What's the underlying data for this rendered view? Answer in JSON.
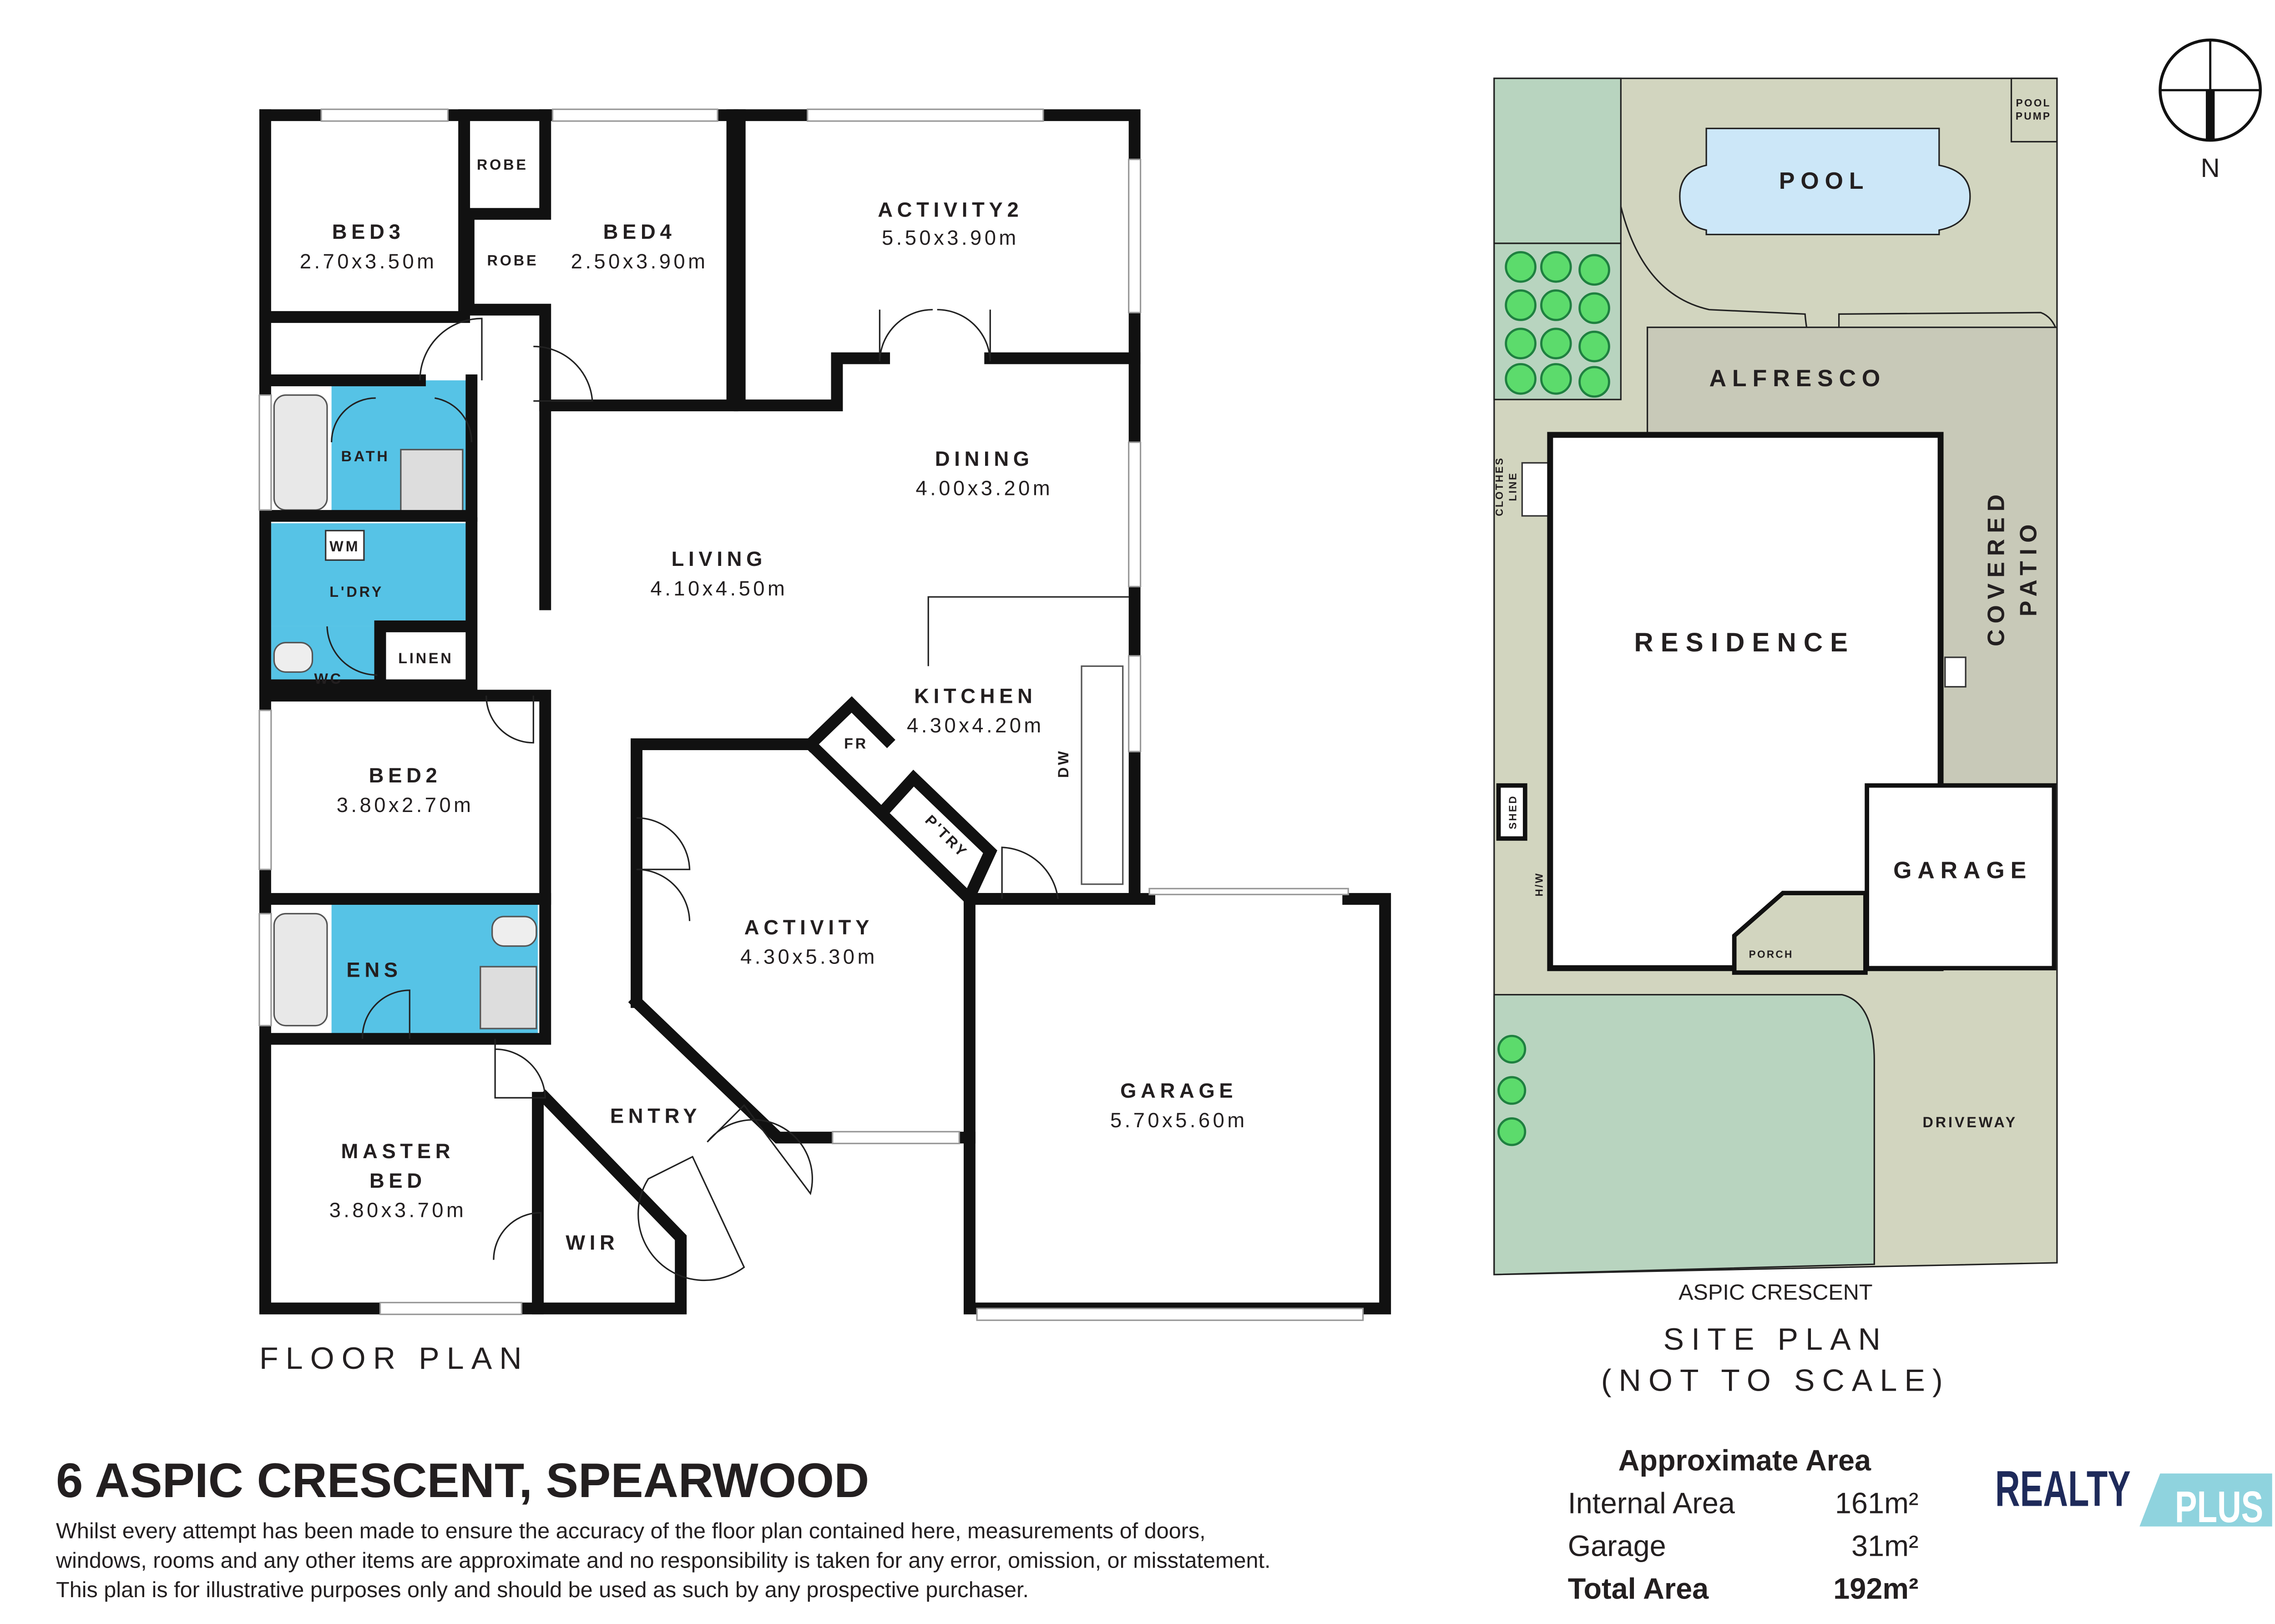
{
  "floor_plan": {
    "title": "FLOOR PLAN",
    "rooms": {
      "bed3": {
        "label": "BED3",
        "dims": "2.70x3.50m"
      },
      "robe1": {
        "label": "ROBE"
      },
      "robe2": {
        "label": "ROBE"
      },
      "bed4": {
        "label": "BED4",
        "dims": "2.50x3.90m"
      },
      "activity2": {
        "label": "ACTIVITY2",
        "dims": "5.50x3.90m"
      },
      "bath": {
        "label": "BATH"
      },
      "wm": {
        "label": "WM"
      },
      "laundry": {
        "label": "L'DRY"
      },
      "linen": {
        "label": "LINEN"
      },
      "wc": {
        "label": "WC"
      },
      "dining": {
        "label": "DINING",
        "dims": "4.00x3.20m"
      },
      "living": {
        "label": "LIVING",
        "dims": "4.10x4.50m"
      },
      "kitchen": {
        "label": "KITCHEN",
        "dims": "4.30x4.20m"
      },
      "fridge": {
        "label": "FR"
      },
      "pantry": {
        "label": "P'TRY"
      },
      "dishwasher": {
        "label": "DW"
      },
      "bed2": {
        "label": "BED2",
        "dims": "3.80x2.70m"
      },
      "ensuite": {
        "label": "ENS"
      },
      "activity": {
        "label": "ACTIVITY",
        "dims": "4.30x5.30m"
      },
      "garage": {
        "label": "GARAGE",
        "dims": "5.70x5.60m"
      },
      "master": {
        "label_line1": "MASTER",
        "label_line2": "BED",
        "dims": "3.80x3.70m"
      },
      "entry": {
        "label": "ENTRY"
      },
      "wir": {
        "label": "WIR"
      }
    }
  },
  "site_plan": {
    "title": "SITE PLAN",
    "subtitle": "(NOT TO SCALE)",
    "street": "ASPIC CRESCENT",
    "labels": {
      "pool": "POOL",
      "pool_pump_1": "POOL",
      "pool_pump_2": "PUMP",
      "alfresco": "ALFRESCO",
      "clothes_line_1": "CLOTHES",
      "clothes_line_2": "LINE",
      "covered_patio_1": "COVERED",
      "covered_patio_2": "PATIO",
      "residence": "RESIDENCE",
      "shed": "SHED",
      "hot_water": "H/W",
      "porch": "PORCH",
      "garage": "GARAGE",
      "driveway": "DRIVEWAY"
    },
    "compass_label": "N",
    "colors": {
      "grass": "#b8d4bf",
      "paving": "#d2d5bf",
      "alfresco": "#c8c9b8",
      "pool": "#cce7f8",
      "wet_area": "#56c3e6"
    }
  },
  "property": {
    "address": "6 ASPIC CRESCENT, SPEARWOOD",
    "disclaimer_lines": [
      "Whilst every attempt has been made to ensure the accuracy of the floor plan contained here, measurements of doors,",
      "windows, rooms and any other items are approximate and no responsibility is taken for any error, omission, or misstatement.",
      "This plan is for illustrative purposes only and should be used as such by any prospective purchaser."
    ]
  },
  "areas": {
    "heading": "Approximate Area",
    "rows": [
      {
        "label": "Internal Area",
        "value": "161m²"
      },
      {
        "label": "Garage",
        "value": "31m²"
      },
      {
        "label": "Total Area",
        "value": "192m²"
      }
    ]
  },
  "logo": {
    "word1": "REALTY",
    "word2": "PLUS",
    "colors": {
      "navy": "#1e2a5a",
      "light_blue": "#8fd3de"
    }
  }
}
